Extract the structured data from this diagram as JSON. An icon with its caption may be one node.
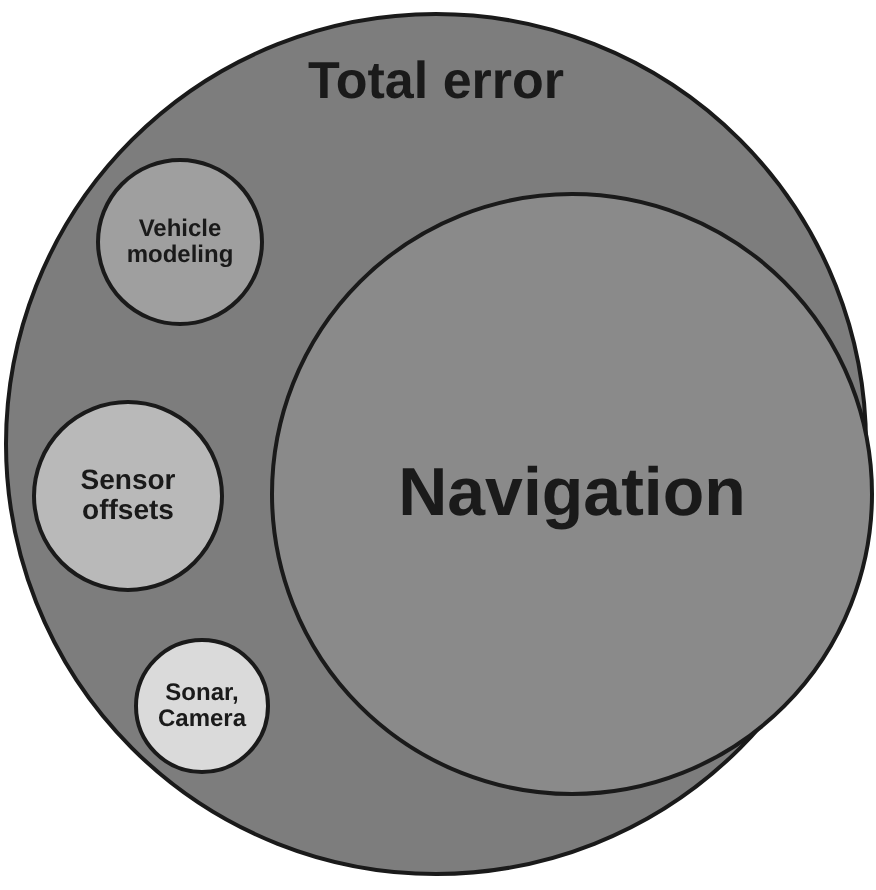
{
  "diagram": {
    "nodes": [
      {
        "text": [
          "Total error"
        ]
      },
      {
        "text": [
          "Vehicle modeling"
        ],
        "in": 0
      },
      {
        "text": [
          "Navigation"
        ],
        "in": 0
      },
      {
        "text": [
          "Sensor offsets"
        ],
        "in": 0
      },
      {
        "text": [
          "Sonar, Camera"
        ],
        "in": 0
      }
    ]
  }
}
